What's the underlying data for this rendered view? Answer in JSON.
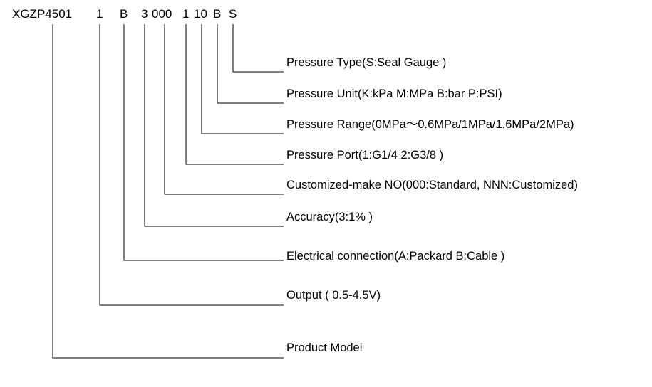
{
  "model_code": {
    "segments": [
      "XGZP4501",
      "1",
      "B",
      "3",
      "000",
      "1",
      "10",
      "B",
      "S"
    ]
  },
  "labels": [
    "Pressure Type(S:Seal Gauge )",
    "Pressure Unit(K:kPa M:MPa B:bar P:PSI)",
    "Pressure Range(0MPa～0.6MPa/1MPa/1.6MPa/2MPa)",
    "Pressure Port(1:G1/4    2:G3/8 )",
    "Customized-make NO(000:Standard, NNN:Customized)",
    "Accuracy(3:1% )",
    "Electrical connection(A:Packard B:Cable )",
    "Output ( 0.5-4.5V)",
    "Product Model"
  ]
}
